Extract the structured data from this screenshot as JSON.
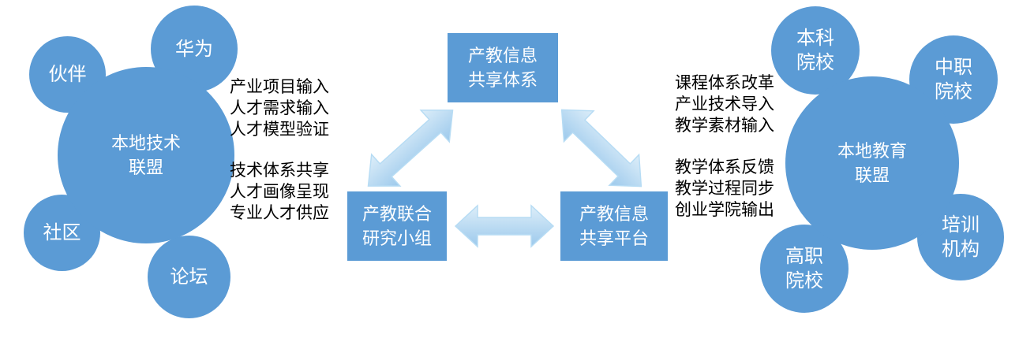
{
  "left_cluster": {
    "main_label": "本地技术\n联盟",
    "satellites": [
      {
        "id": "partner",
        "label": "伙伴"
      },
      {
        "id": "huawei",
        "label": "华为"
      },
      {
        "id": "community",
        "label": "社区"
      },
      {
        "id": "forum",
        "label": "论坛"
      }
    ]
  },
  "right_cluster": {
    "main_label": "本地教育\n联盟",
    "satellites": [
      {
        "id": "undergraduate-colleges",
        "label": "本科\n院校"
      },
      {
        "id": "secondary-vocational-colleges",
        "label": "中职\n院校"
      },
      {
        "id": "higher-vocational-colleges",
        "label": "高职\n院校"
      },
      {
        "id": "training-institutions",
        "label": "培训\n机构"
      }
    ]
  },
  "boxes": {
    "top": "产教信息\n共享体系",
    "bottom_left": "产教联合\n研究小组",
    "bottom_right": "产教信息\n共享平台"
  },
  "annotations": {
    "left_top": [
      "产业项目输入",
      "人才需求输入",
      "人才模型验证"
    ],
    "left_bottom": [
      "技术体系共享",
      "人才画像呈现",
      "专业人才供应"
    ],
    "right_top": [
      "课程体系改革",
      "产业技术导入",
      "教学素材输入"
    ],
    "right_bottom": [
      "教学体系反馈",
      "教学过程同步",
      "创业学院输出"
    ]
  },
  "colors": {
    "shape_blue": "#5b9bd5",
    "arrow_gradient_light": "#ddeef9",
    "arrow_gradient_dark": "#9cc9ec",
    "arrow_outline": "#b7dcf4",
    "text_on_shape": "#ffffff",
    "annotation_text": "#000000"
  }
}
